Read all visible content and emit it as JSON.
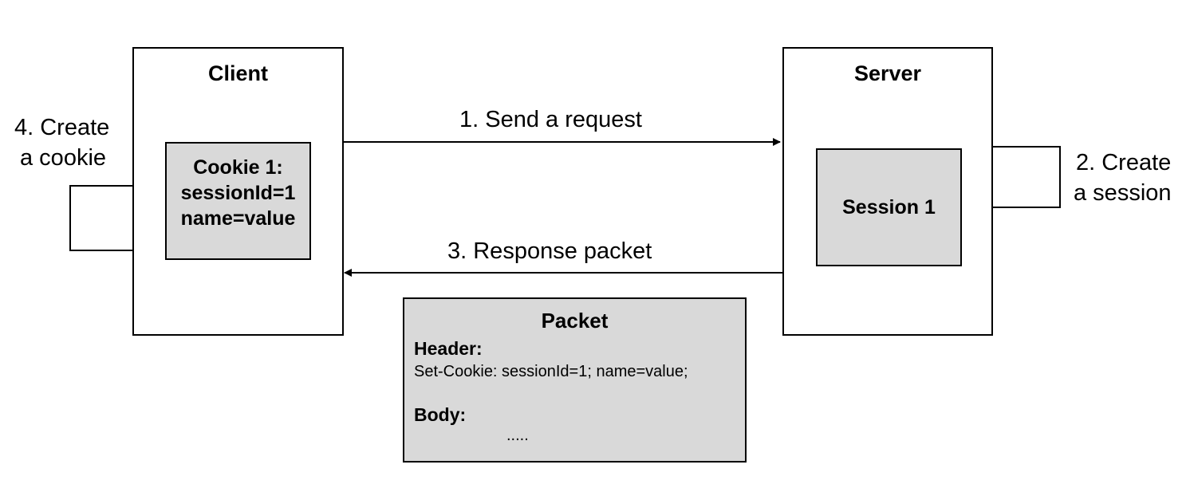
{
  "client": {
    "title": "Client",
    "cookie_lines": [
      "Cookie 1:",
      "sessionId=1",
      "name=value"
    ]
  },
  "server": {
    "title": "Server",
    "session_label": "Session 1"
  },
  "steps": {
    "step1": "1. Send a request",
    "step2_lines": [
      "2. Create",
      "a session"
    ],
    "step3": "3. Response packet",
    "step4_lines": [
      "4. Create",
      "a cookie"
    ]
  },
  "packet": {
    "title": "Packet",
    "header_label": "Header:",
    "header_value": "Set-Cookie: sessionId=1; name=value;",
    "body_label": "Body:",
    "body_value": "....."
  },
  "colors": {
    "inner_box_fill": "#d9d9d9",
    "stroke": "#000000",
    "background": "#ffffff"
  }
}
